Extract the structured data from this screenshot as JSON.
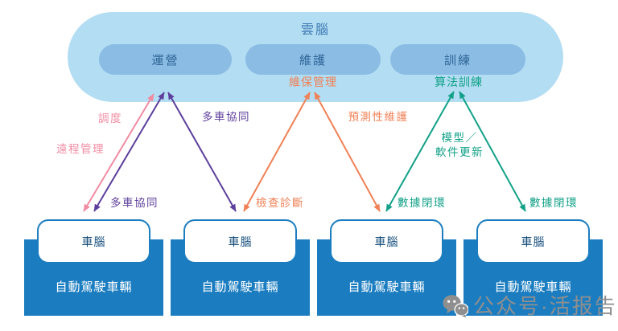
{
  "cloud": {
    "title": "雲腦",
    "pills": [
      {
        "label": "運營"
      },
      {
        "label": "維護"
      },
      {
        "label": "訓練"
      }
    ],
    "maintenance_mgmt_label": "維保管理",
    "algorithm_training_label": "算法訓練"
  },
  "edges": {
    "dispatch": "調度",
    "remote_management": "遠程管理",
    "multi_vehicle_coordination_top": "多車協同",
    "multi_vehicle_coordination_bottom": "多車協同",
    "inspection_diagnosis": "檢查診斷",
    "predictive_maintenance": "預測性維護",
    "model_software_update_line1": "模型／",
    "model_software_update_line2": "軟件更新",
    "data_closed_loop_left": "數據閉環",
    "data_closed_loop_right": "數據閉環"
  },
  "vehicles": [
    {
      "brain": "車腦",
      "label": "自動駕駛車輛"
    },
    {
      "brain": "車腦",
      "label": "自動駕駛車輛"
    },
    {
      "brain": "車腦",
      "label": "自動駕駛車輛"
    },
    {
      "brain": "車腦",
      "label": "自動駕駛車輛"
    }
  ],
  "watermark": {
    "icon": "wechat-icon",
    "text": "公众号·活报告"
  },
  "colors": {
    "cloud_bg": "#b3ddf2",
    "pill_bg": "#8abce4",
    "vehicle_bg": "#1b7dc0",
    "pink": "#f18ba2",
    "purple": "#5d3f9c",
    "orange": "#f08055",
    "teal": "#12a188",
    "watermark_grey": "#8f8f8f"
  }
}
